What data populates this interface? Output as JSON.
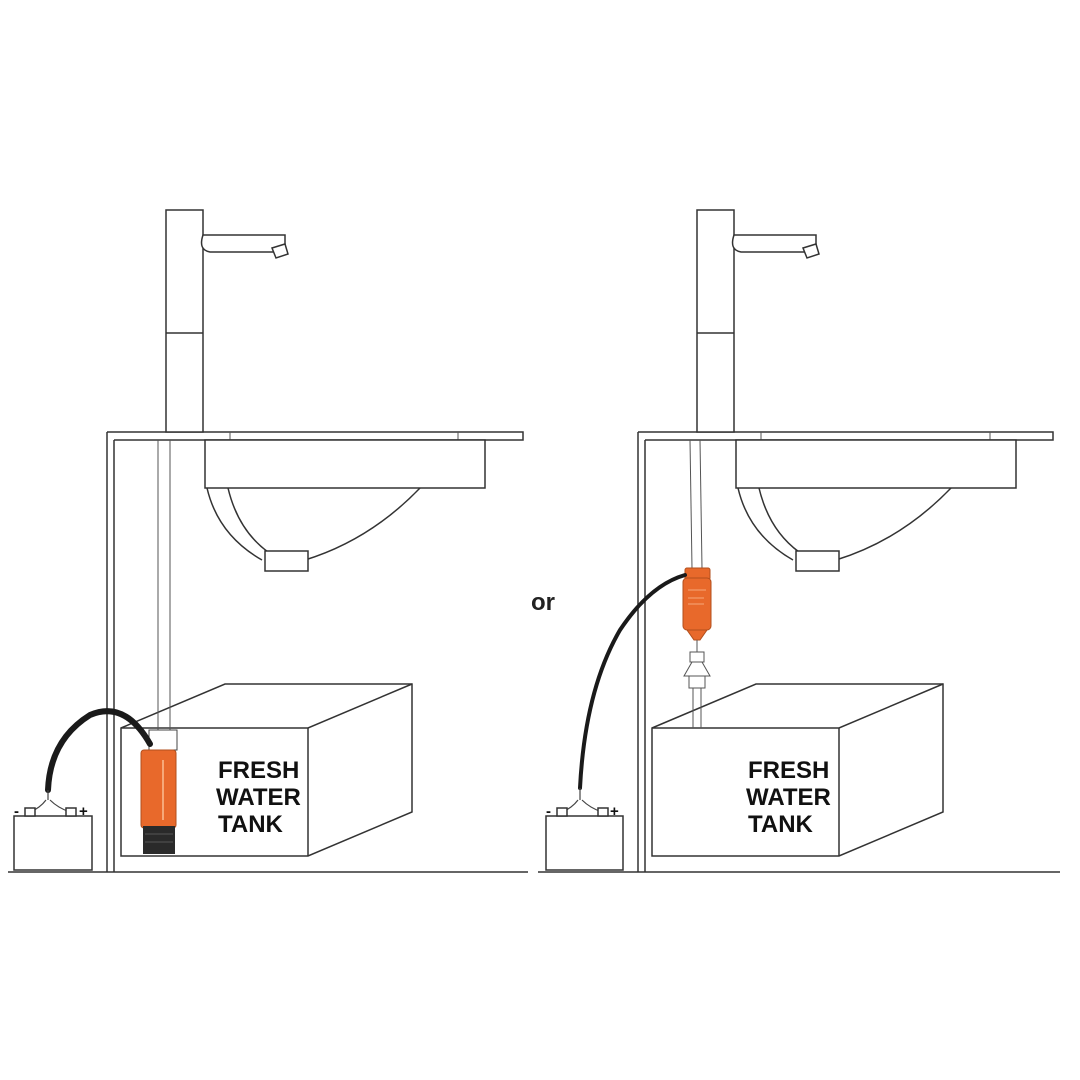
{
  "diagram": {
    "left": {
      "tank_label": [
        "FRESH",
        "WATER",
        "TANK"
      ],
      "battery_negative": "-",
      "battery_positive": "+"
    },
    "separator": "or",
    "right": {
      "tank_label": [
        "FRESH",
        "WATER",
        "TANK"
      ],
      "battery_negative": "-",
      "battery_positive": "+"
    }
  },
  "colors": {
    "pump_orange": "#E8692B",
    "pump_base": "#2A2A2A",
    "line": "#333333",
    "cable": "#1A1A1A"
  }
}
